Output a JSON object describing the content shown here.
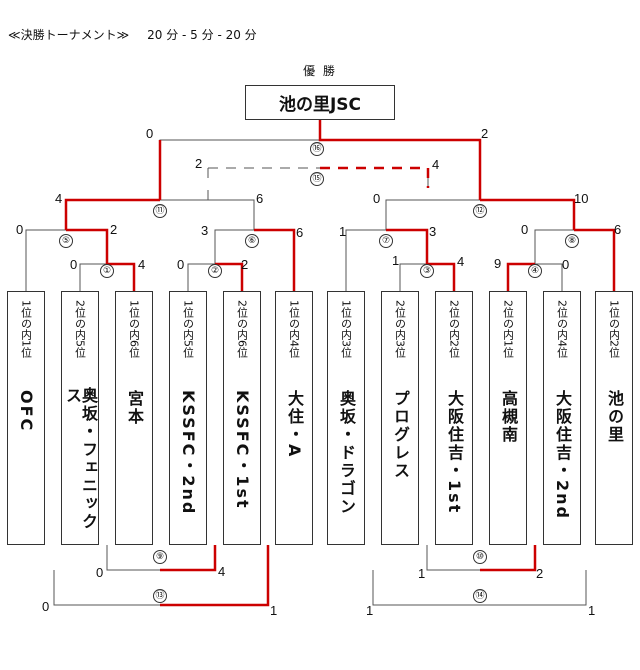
{
  "header": {
    "title": "≪決勝トーナメント≫",
    "time": "20 分 - 5 分 - 20 分"
  },
  "champion": {
    "label": "優 勝",
    "name": "池の里JSC"
  },
  "teams": [
    {
      "seed": "1位の内1位",
      "name": "OFC"
    },
    {
      "seed": "2位の内5位",
      "name": "奥坂・フェニックス"
    },
    {
      "seed": "1位の内6位",
      "name": "宮本"
    },
    {
      "seed": "1位の内5位",
      "name": "KSSFC・2nd"
    },
    {
      "seed": "2位の内6位",
      "name": "KSSFC・1st"
    },
    {
      "seed": "1位の内4位",
      "name": "大住・A"
    },
    {
      "seed": "1位の内3位",
      "name": "奥坂・ドラゴン"
    },
    {
      "seed": "2位の内3位",
      "name": "プログレス"
    },
    {
      "seed": "2位の内2位",
      "name": "大阪住吉・1st"
    },
    {
      "seed": "2位の内1位",
      "name": "高槻南"
    },
    {
      "seed": "2位の内4位",
      "name": "大阪住吉・2nd"
    },
    {
      "seed": "1位の内2位",
      "name": "池の里"
    }
  ],
  "matches": [
    {
      "no": "①",
      "left": "0",
      "right": "4"
    },
    {
      "no": "②",
      "left": "0",
      "right": "2"
    },
    {
      "no": "③",
      "left": "1",
      "right": "4"
    },
    {
      "no": "④",
      "left": "9",
      "right": "0"
    },
    {
      "no": "⑤",
      "left": "0",
      "right": "2"
    },
    {
      "no": "⑥",
      "left": "3",
      "right": "6"
    },
    {
      "no": "⑦",
      "left": "1",
      "right": "3"
    },
    {
      "no": "⑧",
      "left": "0",
      "right": "6"
    },
    {
      "no": "⑨",
      "left": "0",
      "right": "4"
    },
    {
      "no": "⑩",
      "left": "1",
      "right": "2"
    },
    {
      "no": "⑪",
      "left": "4",
      "right": "6"
    },
    {
      "no": "⑫",
      "left": "0",
      "right": "10"
    },
    {
      "no": "⑬",
      "left": "0",
      "right": "1"
    },
    {
      "no": "⑭",
      "left": "1",
      "right": "1"
    },
    {
      "no": "⑮",
      "left": "2",
      "right": "4"
    },
    {
      "no": "⑯",
      "left": "0",
      "right": "2"
    }
  ],
  "colors": {
    "winner_line": "#cc0000",
    "line": "#555555"
  }
}
